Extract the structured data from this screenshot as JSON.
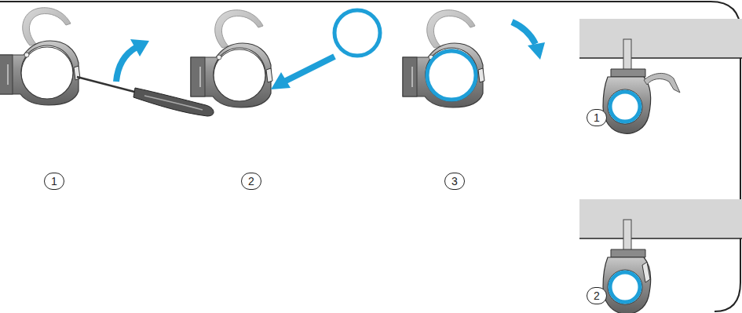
{
  "diagram": {
    "labels": [
      "1",
      "2",
      "3",
      "1",
      "2"
    ]
  }
}
